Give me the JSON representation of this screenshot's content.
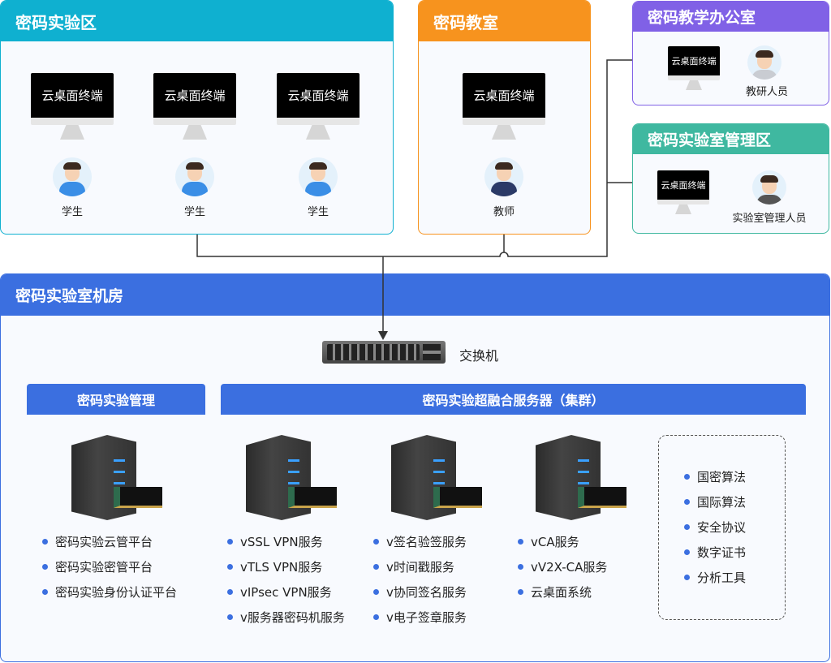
{
  "zones": {
    "lab_area": {
      "title": "密码实验区",
      "terminal": "云桌面终端",
      "users": [
        "学生",
        "学生",
        "学生"
      ]
    },
    "classroom": {
      "title": "密码教室",
      "terminal": "云桌面终端",
      "user": "教师"
    },
    "office": {
      "title": "密码教学办公室",
      "terminal": "云桌面终端",
      "user": "教研人员"
    },
    "admin_area": {
      "title": "密码实验室管理区",
      "terminal": "云桌面终端",
      "user": "实验室管理人员"
    }
  },
  "machine_room": {
    "title": "密码实验室机房",
    "switch_label": "交换机",
    "mgmt": {
      "title": "密码实验管理",
      "items": [
        "密码实验云管平台",
        "密码实验密管平台",
        "密码实验身份认证平台"
      ]
    },
    "cluster": {
      "title": "密码实验超融合服务器（集群）",
      "col1": [
        "vSSL VPN服务",
        "vTLS VPN服务",
        "vIPsec VPN服务",
        "v服务器密码机服务"
      ],
      "col2": [
        "v签名验签服务",
        "v时间戳服务",
        "v协同签名服务",
        "v电子签章服务"
      ],
      "col3": [
        "vCA服务",
        "vV2X-CA服务",
        "云桌面系统"
      ],
      "tools": [
        "国密算法",
        "国际算法",
        "安全协议",
        "数字证书",
        "分析工具"
      ]
    }
  },
  "colors": {
    "cyan": "#0fb0d0",
    "orange": "#f7931e",
    "purple": "#8061e6",
    "teal": "#3fb8a0",
    "blue": "#3b6fe0"
  }
}
